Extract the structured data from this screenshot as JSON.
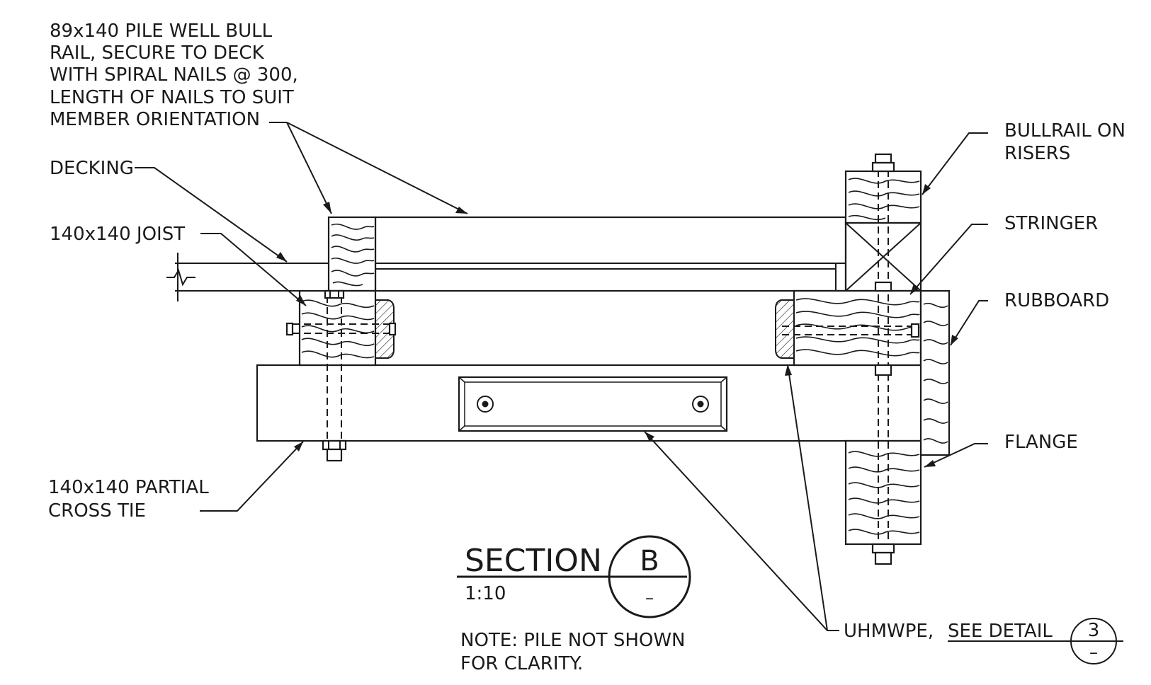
{
  "labels": {
    "bull_rail_note": [
      "89x140 PILE WELL BULL",
      "RAIL, SECURE TO DECK",
      "WITH SPIRAL NAILS @ 300,",
      "LENGTH OF NAILS TO SUIT",
      "MEMBER ORIENTATION"
    ],
    "decking": "DECKING",
    "joist": "140x140 JOIST",
    "cross_tie": [
      "140x140 PARTIAL",
      "CROSS TIE"
    ],
    "bullrail_on_risers": [
      "BULLRAIL ON",
      "RISERS"
    ],
    "stringer": "STRINGER",
    "rubboard": "RUBBOARD",
    "flange": "FLANGE",
    "uhmwpe": "UHMWPE,",
    "see_detail": "SEE DETAIL",
    "detail_number": "3",
    "detail_sheet": "–"
  },
  "section_title": {
    "word": "SECTION",
    "letter": "B",
    "sheet": "–",
    "scale": "1:10"
  },
  "note": [
    "NOTE: PILE NOT SHOWN",
    "FOR CLARITY."
  ]
}
